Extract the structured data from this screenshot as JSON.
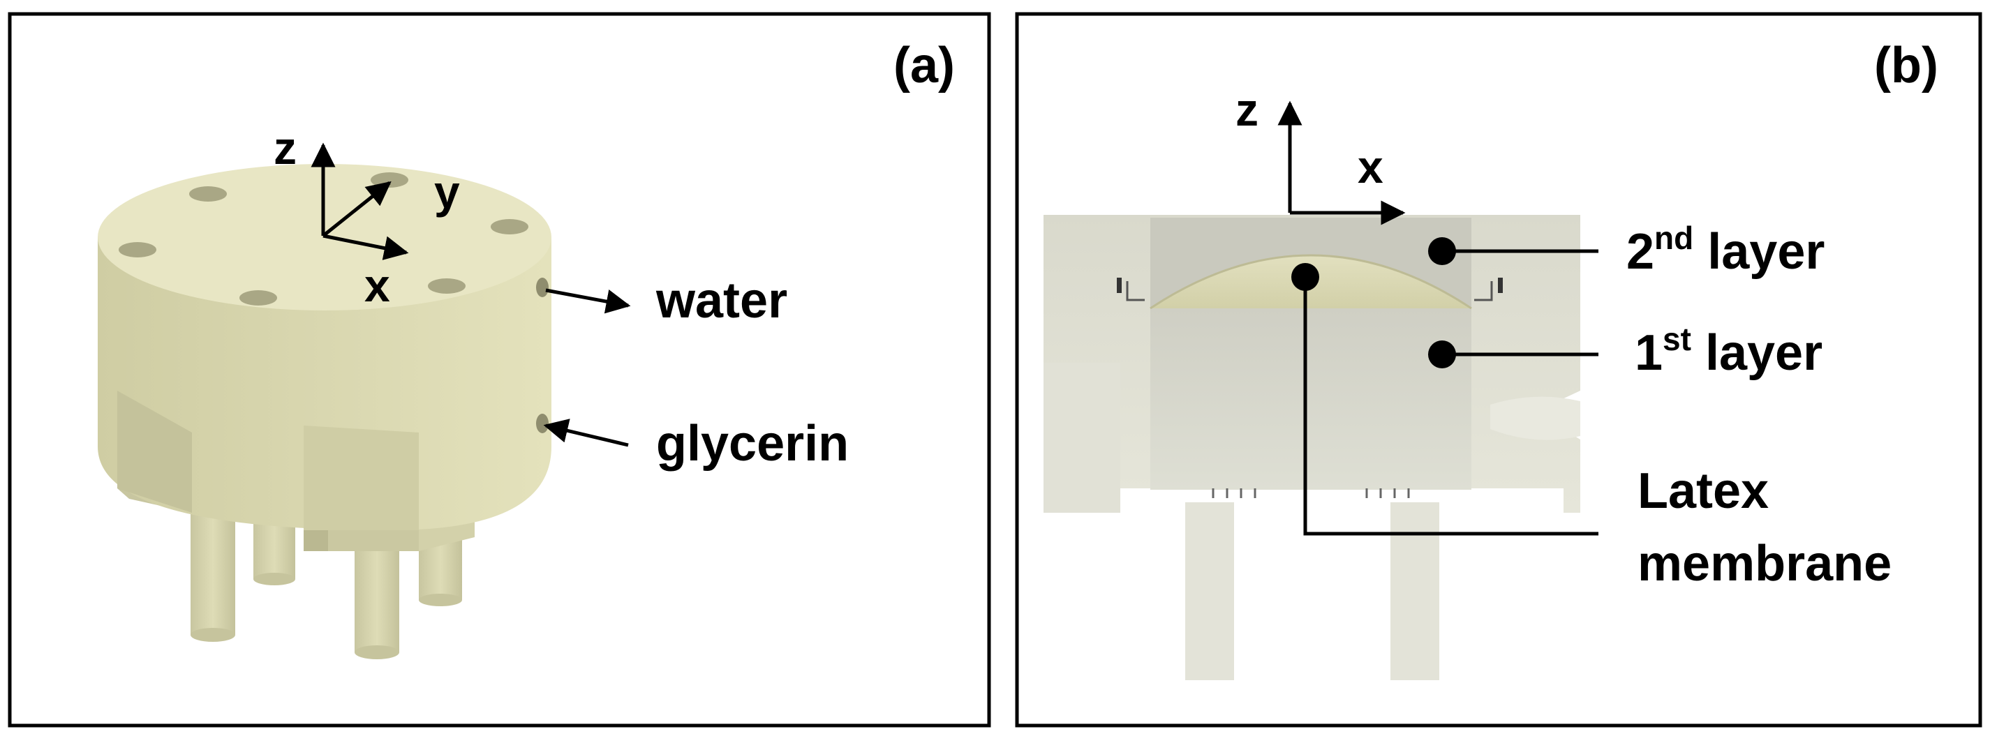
{
  "panel_a": {
    "tag": "(a)",
    "axes": {
      "z": "z",
      "y": "y",
      "x": "x"
    },
    "callouts": {
      "water": "water",
      "glycerin": "glycerin"
    }
  },
  "panel_b": {
    "tag": "(b)",
    "axes": {
      "z": "z",
      "x": "x"
    },
    "layer2": {
      "num": "2",
      "suffix": "nd",
      "word": " layer"
    },
    "layer1": {
      "num": "1",
      "suffix": "st",
      "word": " layer"
    },
    "membrane": {
      "line1": "Latex",
      "line2": "membrane"
    }
  },
  "colors": {
    "body_top": "#e8e6c4",
    "body_side": "#cfcda3",
    "body_dark": "#b4b28a",
    "section": "#dcdccf",
    "membrane": "#dcdab3",
    "line": "#000000"
  }
}
